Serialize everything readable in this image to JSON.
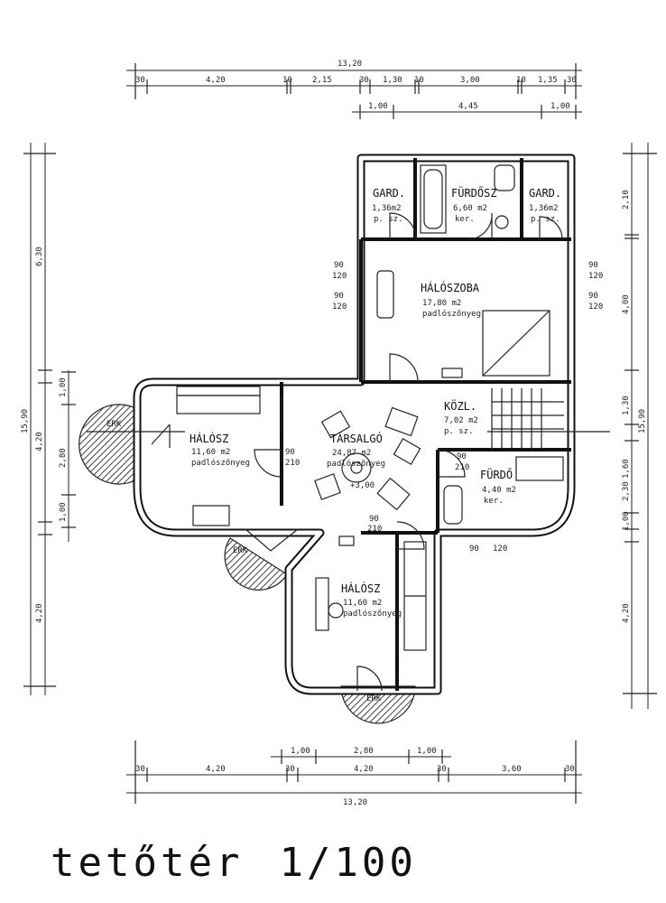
{
  "caption": {
    "name": "tetőtér",
    "scale": "1/100"
  },
  "rooms": {
    "gard1": {
      "name": "GARD.",
      "area": "1,36m2",
      "floor": "p. sz."
    },
    "furdosz": {
      "name": "FÜRDŐSZ",
      "area": "6,60 m2",
      "floor": "ker."
    },
    "gard2": {
      "name": "GARD.",
      "area": "1,36m2",
      "floor": "p. sz."
    },
    "haloszoba": {
      "name": "HÁLÓSZOBA",
      "area": "17,80 m2",
      "floor": "padlószőnyeg"
    },
    "kozl": {
      "name": "KÖZL.",
      "area": "7,02 m2",
      "floor": "p. sz."
    },
    "halosz_left": {
      "name": "HÁLÓSZ",
      "area": "11,60 m2",
      "floor": "padlószőnyeg"
    },
    "tarsalgo": {
      "name": "TÁRSALGÓ",
      "area": "24,87 m2",
      "floor": "padlószőnyeg"
    },
    "furdo": {
      "name": "FÜRDŐ",
      "area": "4,40 m2",
      "floor": "ker."
    },
    "halosz_bottom": {
      "name": "HÁLÓSZ",
      "area": "11,60 m2",
      "floor": "padlószőnyeg"
    },
    "erk_left": {
      "name": "ERK"
    },
    "erk_mid": {
      "name": "ERK"
    },
    "erk_bottom": {
      "name": "ERK"
    }
  },
  "annotations": {
    "level": "+3,00"
  },
  "dimensions": {
    "top_total": "13,20",
    "top_row": [
      "30",
      "4,20",
      "10",
      "2,15",
      "30",
      "1,30",
      "10",
      "3,00",
      "10",
      "1,35",
      "30"
    ],
    "top_inner": [
      "1,00",
      "4,45",
      "1,00"
    ],
    "bottom_inner": [
      "1,00",
      "2,80",
      "1,00"
    ],
    "bottom_row": [
      "30",
      "4,20",
      "30",
      "4,20",
      "30",
      "3,60",
      "30"
    ],
    "bottom_total": "13,20",
    "left_outer": "15,90",
    "left_segments": [
      "6,30",
      "1,00",
      "4,20",
      "4,20"
    ],
    "left_inner": [
      "2,80",
      "1,00"
    ],
    "right_outer": "15,90",
    "right_segments": [
      "2,10",
      "4,00",
      "1,30",
      "1,60",
      "2,30",
      "1,00",
      "4,20"
    ],
    "openings": [
      "90",
      "120",
      "90",
      "120",
      "90",
      "120",
      "90",
      "120",
      "90",
      "210",
      "90",
      "210",
      "90",
      "210",
      "90",
      "120"
    ]
  }
}
